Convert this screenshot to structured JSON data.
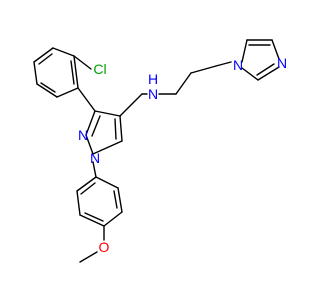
{
  "atoms": {
    "cl": "Cl",
    "pyrazole_n2": "N",
    "pyrazole_n1": "N",
    "amine": "N",
    "amine_h": "H",
    "imidazole_n1": "N",
    "imidazole_n3": "N",
    "methoxy_o": "O"
  },
  "colors": {
    "carbon_bond": "#000000",
    "nitrogen": "#0000ff",
    "chlorine": "#00a000",
    "oxygen": "#ff0000"
  }
}
